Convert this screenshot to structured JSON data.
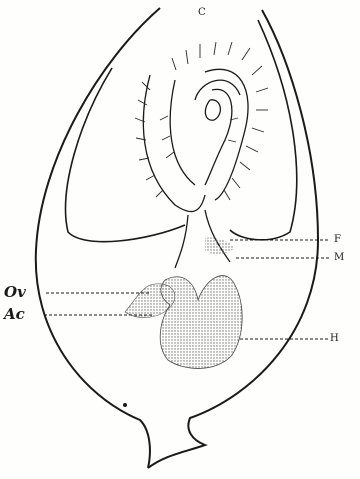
{
  "labels": {
    "top": "C",
    "ov": "Ov",
    "ac": "Ac",
    "f": "F",
    "m": "M",
    "h": "H"
  },
  "colors": {
    "ink": "#1a1a1a",
    "stipple": "#8c8c8c",
    "paper": "#fefefc"
  }
}
